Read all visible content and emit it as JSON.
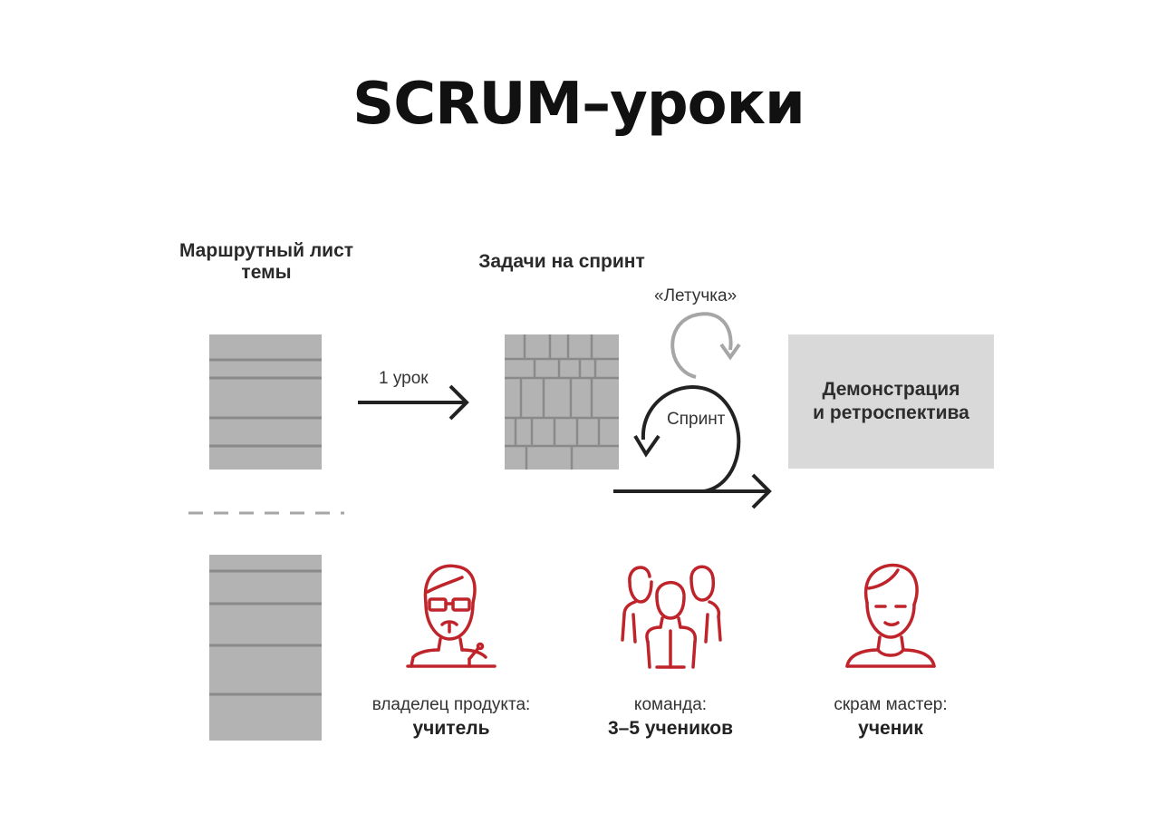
{
  "title": "SCRUM–уроки",
  "route_sheet": {
    "line1": "Маршрутный лист",
    "line2": "темы"
  },
  "sprint_tasks": {
    "label": "Задачи на спринт"
  },
  "arrow_lesson": {
    "label": "1 урок"
  },
  "standup": {
    "label": "«Летучка»"
  },
  "sprint": {
    "label": "Спринт"
  },
  "demo": {
    "line1": "Демонстрация",
    "line2": "и ретроспектива"
  },
  "roles": {
    "owner": {
      "role": "владелец продукта:",
      "who": "учитель",
      "icon": "teacher-icon"
    },
    "team": {
      "role": "команда:",
      "who": "3–5 учеников",
      "icon": "team-icon"
    },
    "master": {
      "role": "скрам мастер:",
      "who": "ученик",
      "icon": "student-icon"
    }
  },
  "colors": {
    "block_gray": "#b3b3b3",
    "line_gray": "#8a8a8a",
    "demo_gray": "#d9d9d9",
    "arrow_dark": "#222222",
    "arrow_light": "#a6a6a6",
    "icon_red": "#c0242b"
  }
}
